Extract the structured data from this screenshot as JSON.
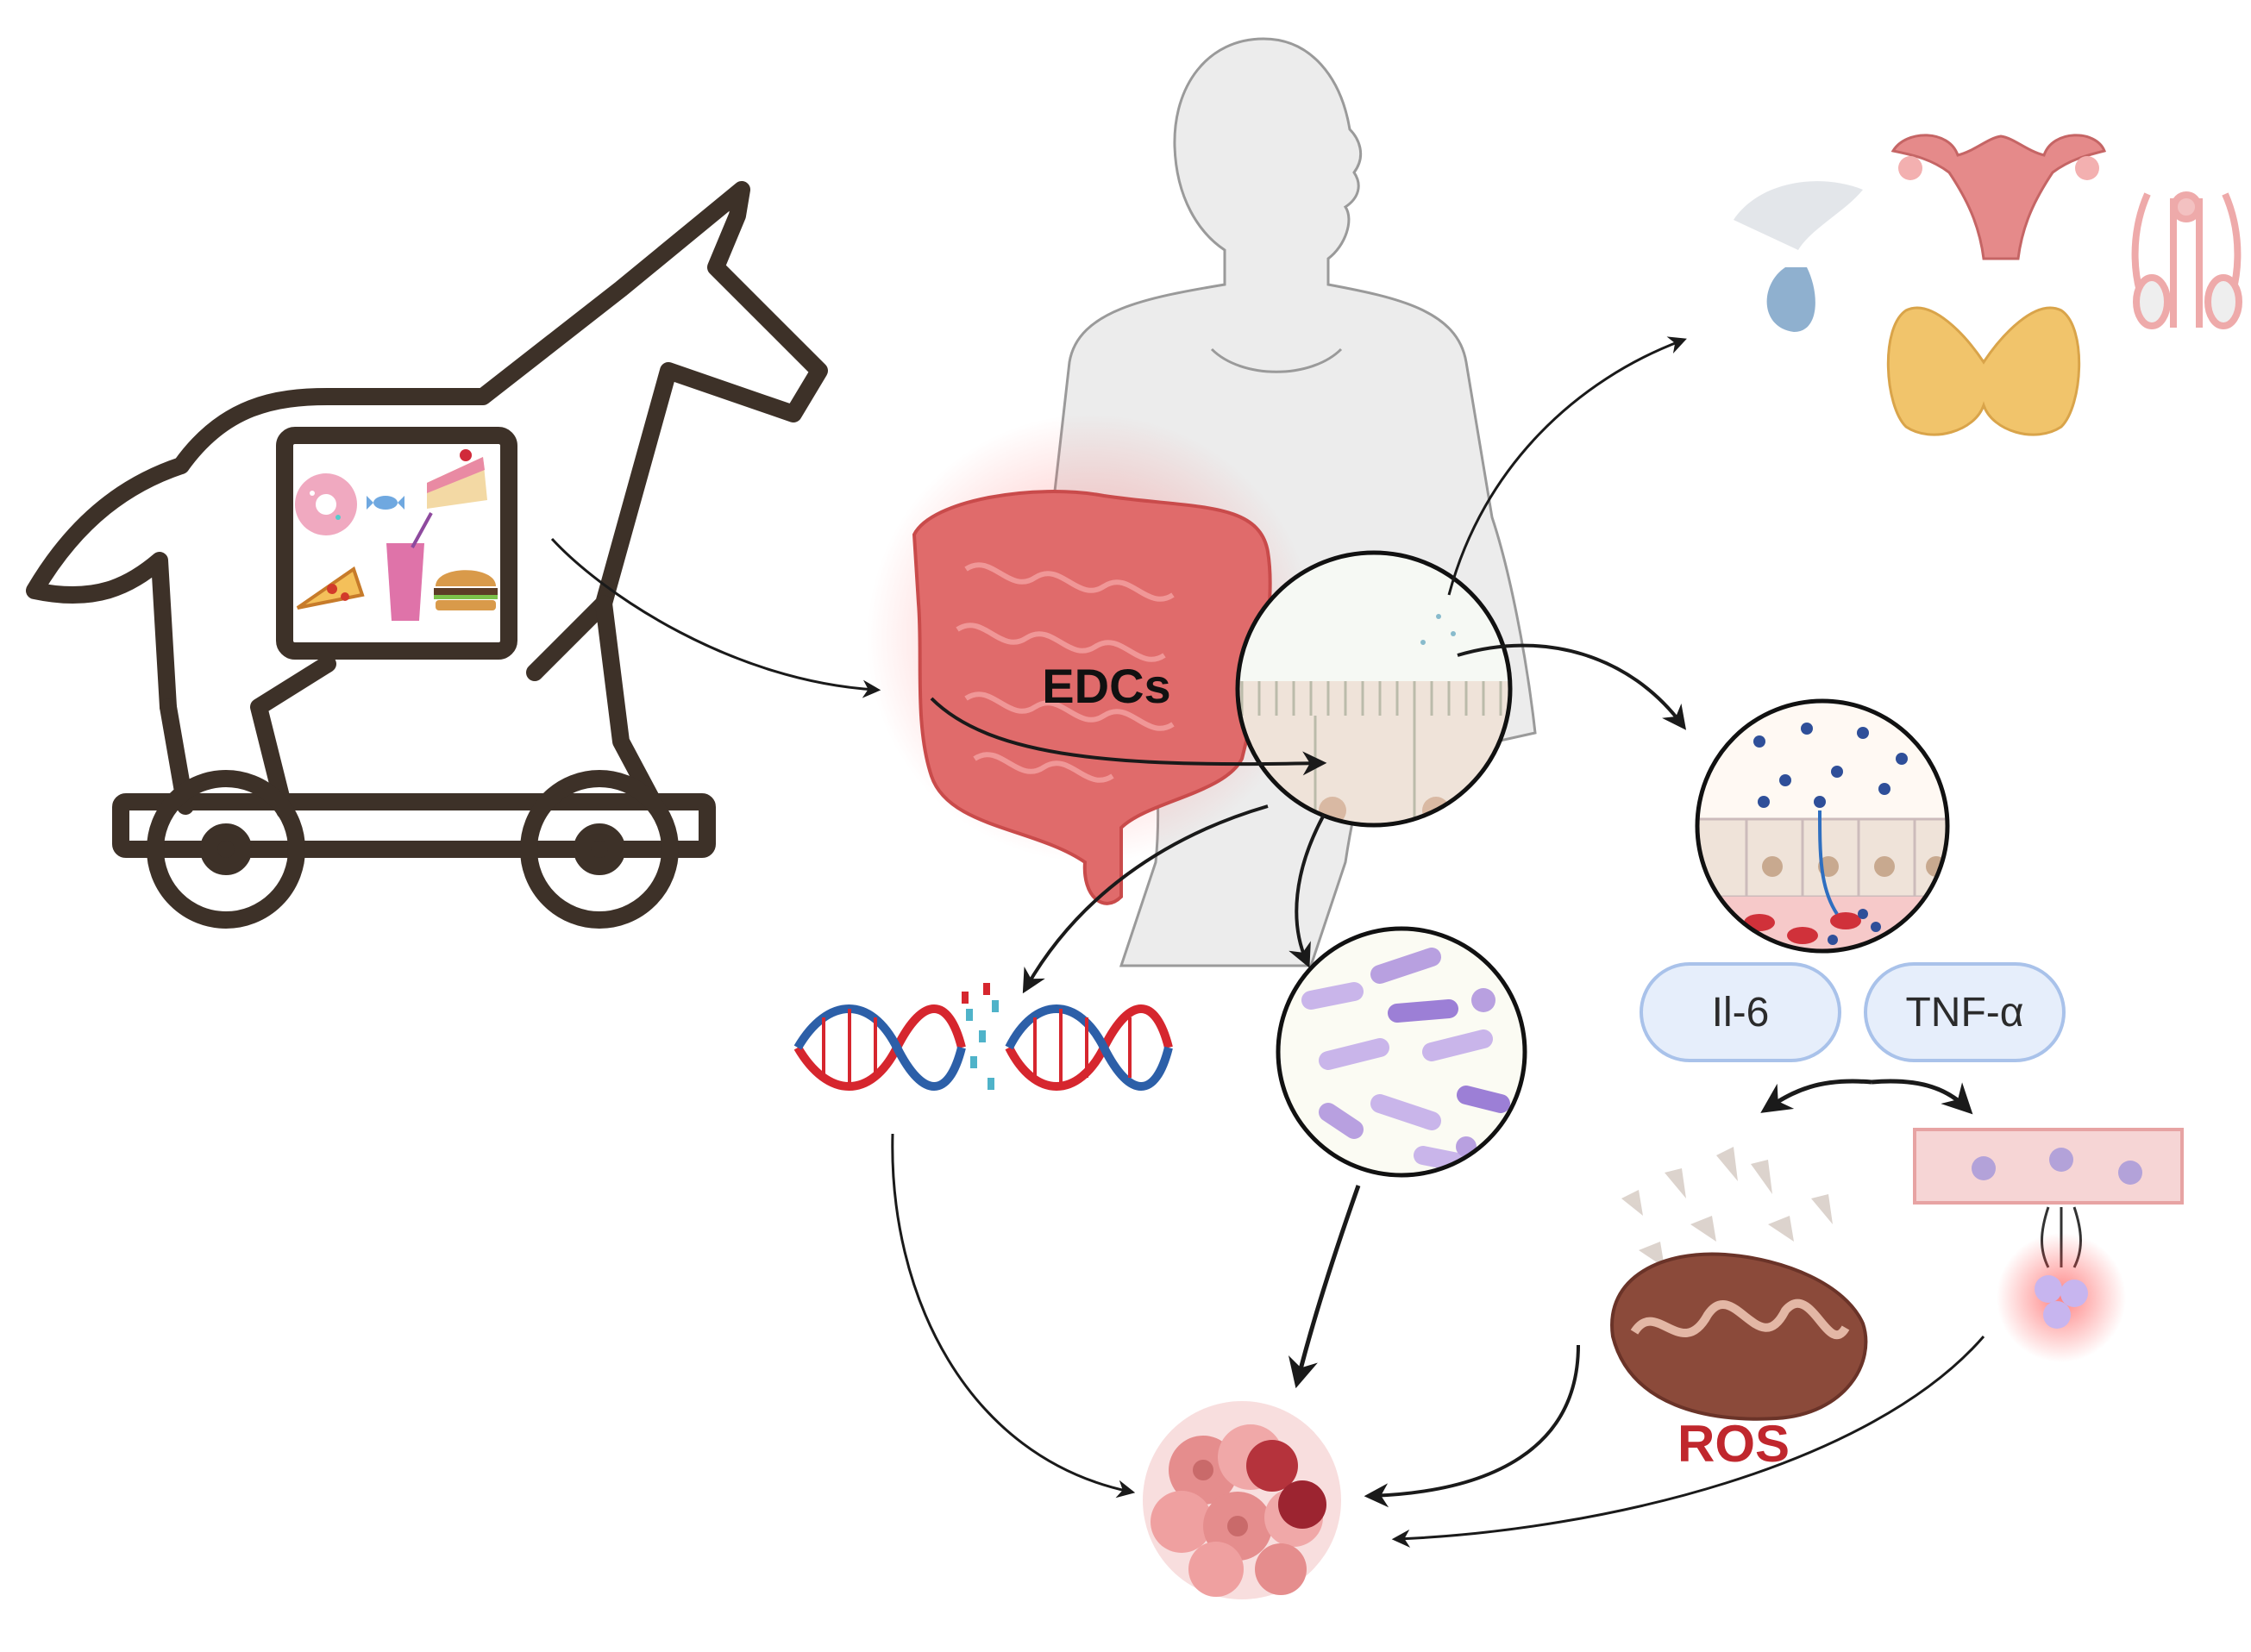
{
  "labels": {
    "edcs": "EDCs",
    "il6": "Il-6",
    "tnf": "TNF-α",
    "ros": "ROS"
  },
  "colors": {
    "horse_outline": "#3d3128",
    "arrow": "#1a1a1a",
    "intestine": "#e06b6b",
    "intestine_glow": "#ff3b3b",
    "body_silhouette": "#ececec",
    "pill_fill": "#e6eefb",
    "pill_stroke": "#a9c2ea",
    "ros_text": "#c0272d",
    "dna_red": "#d6262e",
    "dna_blue": "#2c5fa8",
    "bacteria": "#b9a6df",
    "tumor": "#e58d8d",
    "tumor_dark": "#b5333c",
    "thyroid": "#f1c46b",
    "uterus": "#e58a8a",
    "mitochondria": "#8b4a3a"
  },
  "icons": [
    "trojan-horse-icon",
    "donut-icon",
    "cake-icon",
    "candy-icon",
    "pizza-icon",
    "drink-icon",
    "burger-icon",
    "human-silhouette",
    "intestine-icon",
    "intestinal-epithelium-magnifier",
    "inflamed-epithelium-magnifier",
    "pituitary-icon",
    "uterus-icon",
    "male-reproductive-icon",
    "thyroid-icon",
    "dna-damage-icon",
    "gut-microbiota-icon",
    "mitochondria-icon",
    "blood-vessel-icon",
    "immune-cells-icon",
    "tumor-cells-icon"
  ]
}
